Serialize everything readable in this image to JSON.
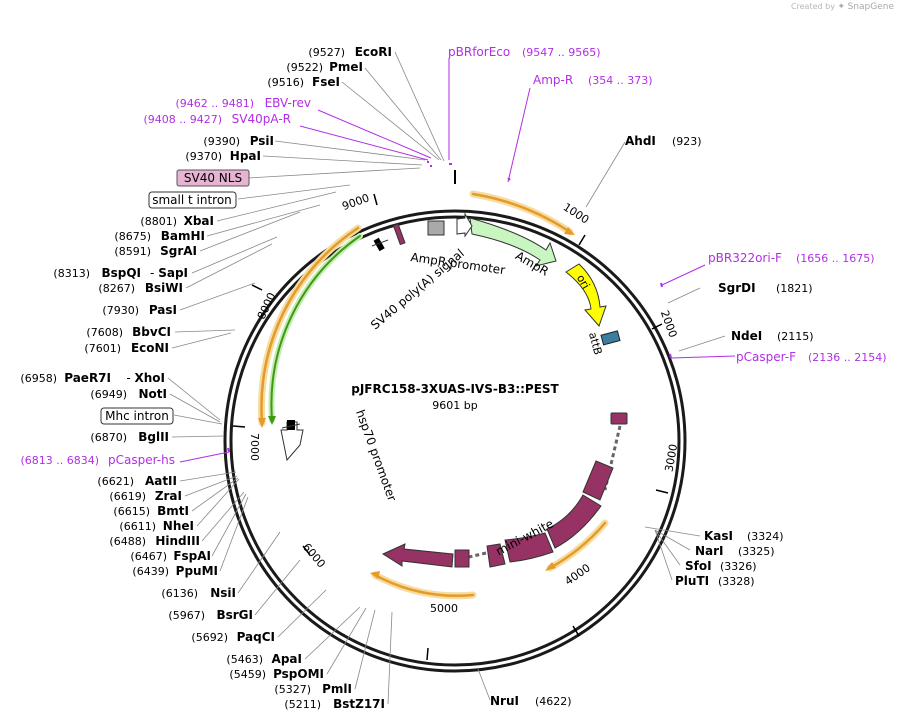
{
  "credit": {
    "prefix": "Created by",
    "brand": "SnapGene"
  },
  "plasmid": {
    "name": "pJFRC158-3XUAS-IVS-B3::PEST",
    "size_label": "9601 bp"
  },
  "ticks": [
    "1000",
    "2000",
    "3000",
    "4000",
    "5000",
    "6000",
    "7000",
    "8000",
    "9000"
  ],
  "features": {
    "ampr": "AmpR",
    "ampr_promoter": "AmpR promoter",
    "ori": "ori",
    "attb": "attB",
    "mini_white": "mini-white",
    "hsp70_promoter": "hsp70 promoter",
    "sv40_polya": "SV40 poly(A) signal"
  },
  "sites_right": [
    {
      "name": "AhdI",
      "pos": "(923)"
    },
    {
      "name": "SgrDI",
      "pos": "(1821)"
    },
    {
      "name": "NdeI",
      "pos": "(2115)"
    },
    {
      "name": "KasI",
      "pos": "(3324)"
    },
    {
      "name": "NarI",
      "pos": "(3325)"
    },
    {
      "name": "SfoI",
      "pos": "(3326)"
    },
    {
      "name": "PluTI",
      "pos": "(3328)"
    }
  ],
  "sites_left": [
    {
      "name": "EcoRI",
      "pos": "(9527)"
    },
    {
      "name": "PmeI",
      "pos": "(9522)"
    },
    {
      "name": "FseI",
      "pos": "(9516)"
    },
    {
      "name": "PsiI",
      "pos": "(9390)"
    },
    {
      "name": "HpaI",
      "pos": "(9370)"
    },
    {
      "name": "XbaI",
      "pos": "(8801)"
    },
    {
      "name": "BamHI",
      "pos": "(8675)"
    },
    {
      "name": "SgrAI",
      "pos": "(8591)"
    },
    {
      "name": "BspQI",
      "pos": "(8313)",
      "name2": "SapI"
    },
    {
      "name": "BsiWI",
      "pos": "(8267)"
    },
    {
      "name": "PasI",
      "pos": "(7930)"
    },
    {
      "name": "BbvCI",
      "pos": "(7608)"
    },
    {
      "name": "EcoNI",
      "pos": "(7601)"
    },
    {
      "name": "PaeR7I",
      "pos": "(6958)",
      "name2": "XhoI"
    },
    {
      "name": "NotI",
      "pos": "(6949)"
    },
    {
      "name": "BglII",
      "pos": "(6870)"
    },
    {
      "name": "AatII",
      "pos": "(6621)"
    },
    {
      "name": "ZraI",
      "pos": "(6619)"
    },
    {
      "name": "BmtI",
      "pos": "(6615)"
    },
    {
      "name": "NheI",
      "pos": "(6611)"
    },
    {
      "name": "HindIII",
      "pos": "(6488)"
    },
    {
      "name": "FspAI",
      "pos": "(6467)"
    },
    {
      "name": "PpuMI",
      "pos": "(6439)"
    },
    {
      "name": "NsiI",
      "pos": "(6136)"
    },
    {
      "name": "BsrGI",
      "pos": "(5967)"
    },
    {
      "name": "PaqCI",
      "pos": "(5692)"
    },
    {
      "name": "ApaI",
      "pos": "(5463)"
    },
    {
      "name": "PspOMI",
      "pos": "(5459)"
    },
    {
      "name": "PmlI",
      "pos": "(5327)"
    },
    {
      "name": "BstZ17I",
      "pos": "(5211)"
    },
    {
      "name": "NruI",
      "pos": "(4622)"
    }
  ],
  "primers": [
    {
      "name": "pBRforEco",
      "range": "(9547 .. 9565)"
    },
    {
      "name": "Amp-R",
      "range": "(354 .. 373)"
    },
    {
      "name": "EBV-rev",
      "range": "(9462 .. 9481)"
    },
    {
      "name": "SV40pA-R",
      "range": "(9408 .. 9427)"
    },
    {
      "name": "pBR322ori-F",
      "range": "(1656 .. 1675)"
    },
    {
      "name": "pCasper-F",
      "range": "(2136 .. 2154)"
    },
    {
      "name": "pCasper-hs",
      "range": "(6813 .. 6834)"
    }
  ],
  "boxed_labels": [
    "SV40 NLS",
    "small t intron",
    "Mhc intron"
  ],
  "colors": {
    "primer": "#b22ee6",
    "ori": "#ffff00",
    "ampr": "#c8f5c0",
    "mini_white": "#963264",
    "attb": "#3c7ea0",
    "orf_arrow": "#e69a28",
    "green_arrow": "#3c9a14",
    "sv40_nls": "#e6b4d2"
  }
}
